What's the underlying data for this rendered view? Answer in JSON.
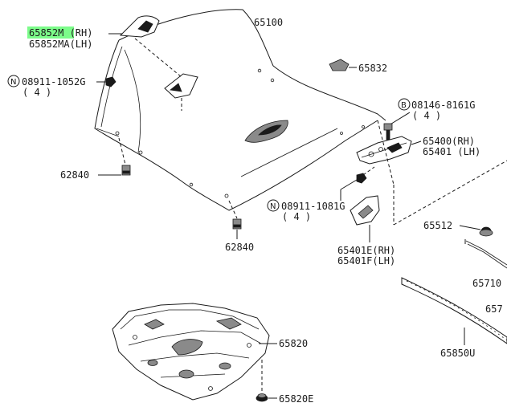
{
  "highlight_color": "#7CFC8A",
  "callouts": {
    "striker_rh": "65852M (RH)",
    "striker_lh": "65852MA(LH)",
    "hood": "65100",
    "bumper_top": "65832",
    "nut_top": "08911-1052G",
    "nut_top_qty": "( 4 )",
    "bolt_right": "08146-8161G",
    "bolt_right_qty": "( 4 )",
    "hinge_rh": "65400(RH)",
    "hinge_lh": "65401 (LH)",
    "stopper_left": "62840",
    "stopper_bottom": "62840",
    "nut_mid": "08911-1081G",
    "nut_mid_qty": "( 4 )",
    "hinge_cover_rh": "65401E(RH)",
    "hinge_cover_lh": "65401F(LH)",
    "clip_right": "65512",
    "rod": "65710",
    "seal_partial": "657",
    "insulator": "65820",
    "clip_insulator": "65820E",
    "seal": "65850U"
  }
}
